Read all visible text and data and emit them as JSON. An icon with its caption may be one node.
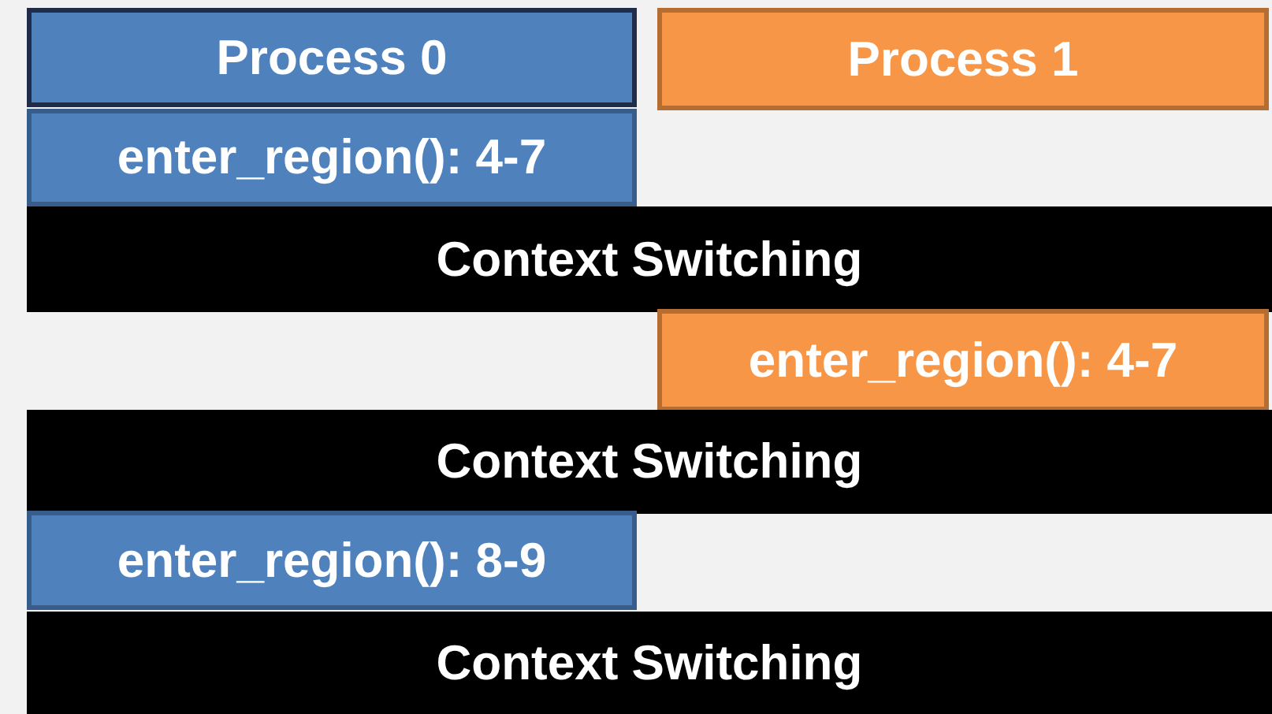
{
  "diagram": {
    "nodes": [
      {
        "text": [
          "Process 0"
        ]
      },
      {
        "text": [
          "Process 1"
        ]
      },
      {
        "text": [
          "enter_region(): 4-7"
        ]
      },
      {
        "text": [
          "Context Switching"
        ]
      },
      {
        "text": [
          "enter_region(): 4-7"
        ]
      },
      {
        "text": [
          "Context Switching"
        ]
      },
      {
        "text": [
          "enter_region(): 8-9"
        ]
      },
      {
        "text": [
          "Context Switching"
        ]
      }
    ]
  }
}
